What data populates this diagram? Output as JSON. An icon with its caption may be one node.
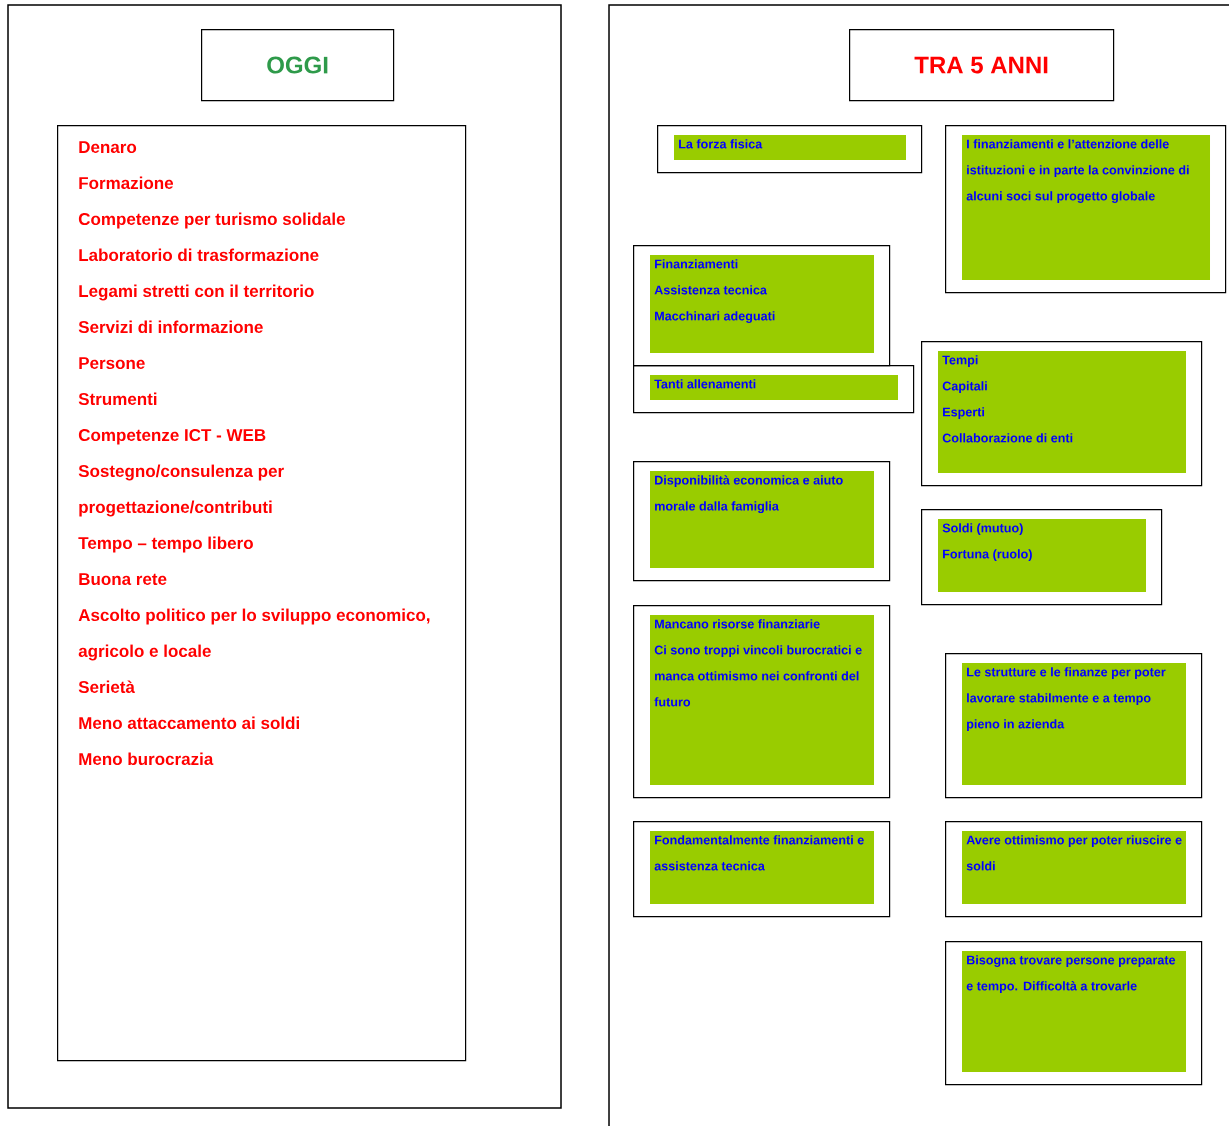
{
  "diagram": {
    "nodes": [
      {
        "text": [
          "OGGI"
        ]
      },
      {
        "text": [
          "Denaro",
          "Formazione",
          "Competenze per turismo solidale",
          "Laboratorio di trasformazione",
          "Legami stretti con il territorio",
          "Servizi di informazione",
          "Persone",
          "Strumenti",
          "Competenze ICT - WEB",
          "Sostegno/consulenza per progettazione/contributi",
          "Tempo – tempo libero",
          "Buona rete",
          "Ascolto politico per lo sviluppo economico, agricolo e locale",
          "Serietà",
          "Meno attaccamento ai soldi",
          "Meno burocrazia"
        ]
      },
      {
        "text": [
          "TRA 5 ANNI"
        ]
      },
      {
        "text": [
          "La forza fisica"
        ]
      },
      {
        "text": [
          "I finanziamenti e l’attenzione delle istituzioni e in parte la convinzione di alcuni soci sul progetto globale"
        ]
      },
      {
        "text": [
          "Finanziamenti",
          "Assistenza tecnica",
          "Macchinari adeguati"
        ]
      },
      {
        "text": [
          "Tanti allenamenti"
        ]
      },
      {
        "text": [
          "Tempi",
          "Capitali",
          "Esperti",
          "Collaborazione di enti"
        ]
      },
      {
        "text": [
          "Disponibilità economica e aiuto morale dalla famiglia"
        ]
      },
      {
        "text": [
          "Soldi (mutuo)",
          "Fortuna (ruolo)"
        ]
      },
      {
        "text": [
          "Mancano risorse finanziarie",
          "Ci sono troppi vincoli burocratici e manca ottimismo nei confronti del futuro"
        ]
      },
      {
        "text": [
          "Le strutture e le finanze per poter lavorare stabilmente e a tempo pieno in azienda"
        ]
      },
      {
        "text": [
          "Fondamentalmente finanziamenti e assistenza tecnica"
        ]
      },
      {
        "text": [
          "Avere ottimismo per poter riuscire e soldi"
        ]
      },
      {
        "text": [
          "Bisogna trovare persone preparate e tempo. Difficoltà a trovarle"
        ]
      }
    ]
  }
}
